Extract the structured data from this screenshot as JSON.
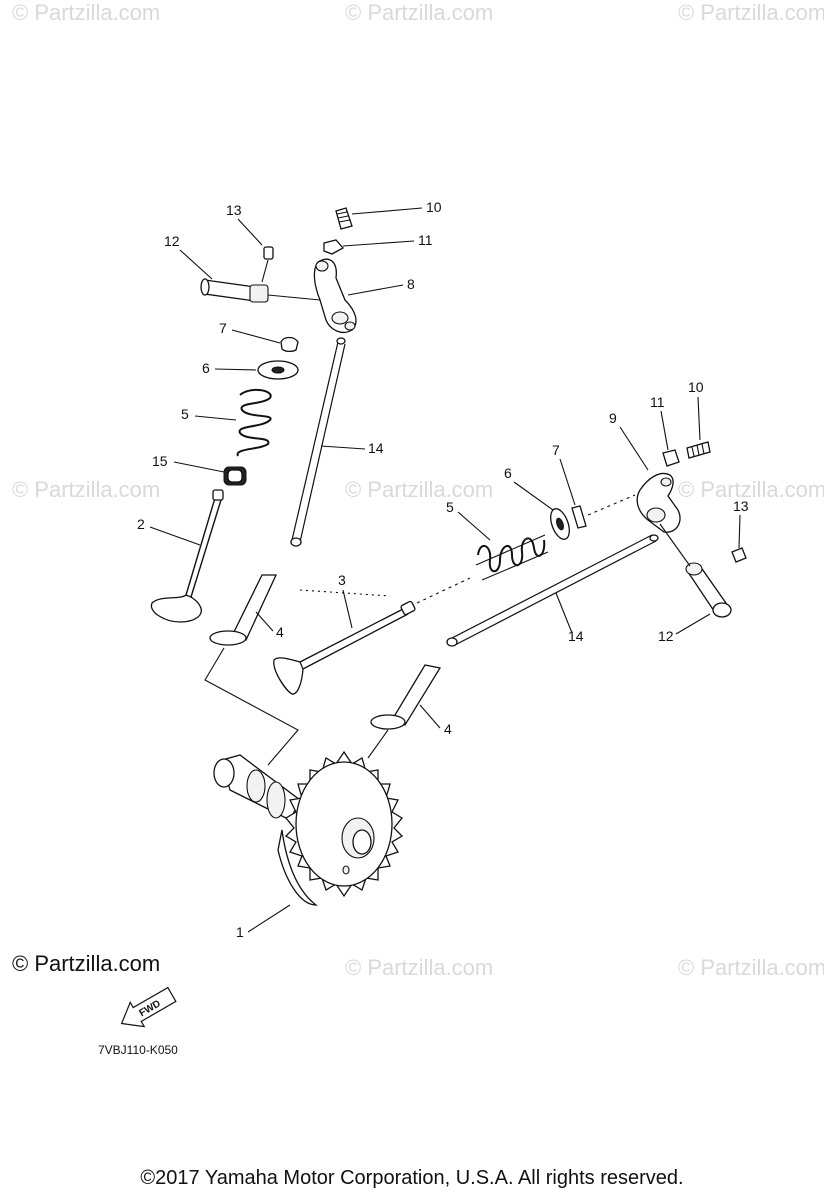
{
  "watermark": {
    "text": "© Partzilla.com",
    "main_text": "© Partzilla.com"
  },
  "fwd_label": "FWD",
  "diagram_code": "7VBJ110-K050",
  "copyright": "©2017  Yamaha Motor Corporation, U.S.A. All rights reserved.",
  "callouts": [
    {
      "id": "c1",
      "label": "1"
    },
    {
      "id": "c2",
      "label": "2"
    },
    {
      "id": "c3",
      "label": "3"
    },
    {
      "id": "c4a",
      "label": "4"
    },
    {
      "id": "c4b",
      "label": "4"
    },
    {
      "id": "c5a",
      "label": "5"
    },
    {
      "id": "c5b",
      "label": "5"
    },
    {
      "id": "c6a",
      "label": "6"
    },
    {
      "id": "c6b",
      "label": "6"
    },
    {
      "id": "c7a",
      "label": "7"
    },
    {
      "id": "c7b",
      "label": "7"
    },
    {
      "id": "c8",
      "label": "8"
    },
    {
      "id": "c9",
      "label": "9"
    },
    {
      "id": "c10a",
      "label": "10"
    },
    {
      "id": "c10b",
      "label": "10"
    },
    {
      "id": "c11a",
      "label": "11"
    },
    {
      "id": "c11b",
      "label": "11"
    },
    {
      "id": "c12a",
      "label": "12"
    },
    {
      "id": "c12b",
      "label": "12"
    },
    {
      "id": "c13a",
      "label": "13"
    },
    {
      "id": "c13b",
      "label": "13"
    },
    {
      "id": "c14a",
      "label": "14"
    },
    {
      "id": "c14b",
      "label": "14"
    },
    {
      "id": "c15",
      "label": "15"
    }
  ]
}
